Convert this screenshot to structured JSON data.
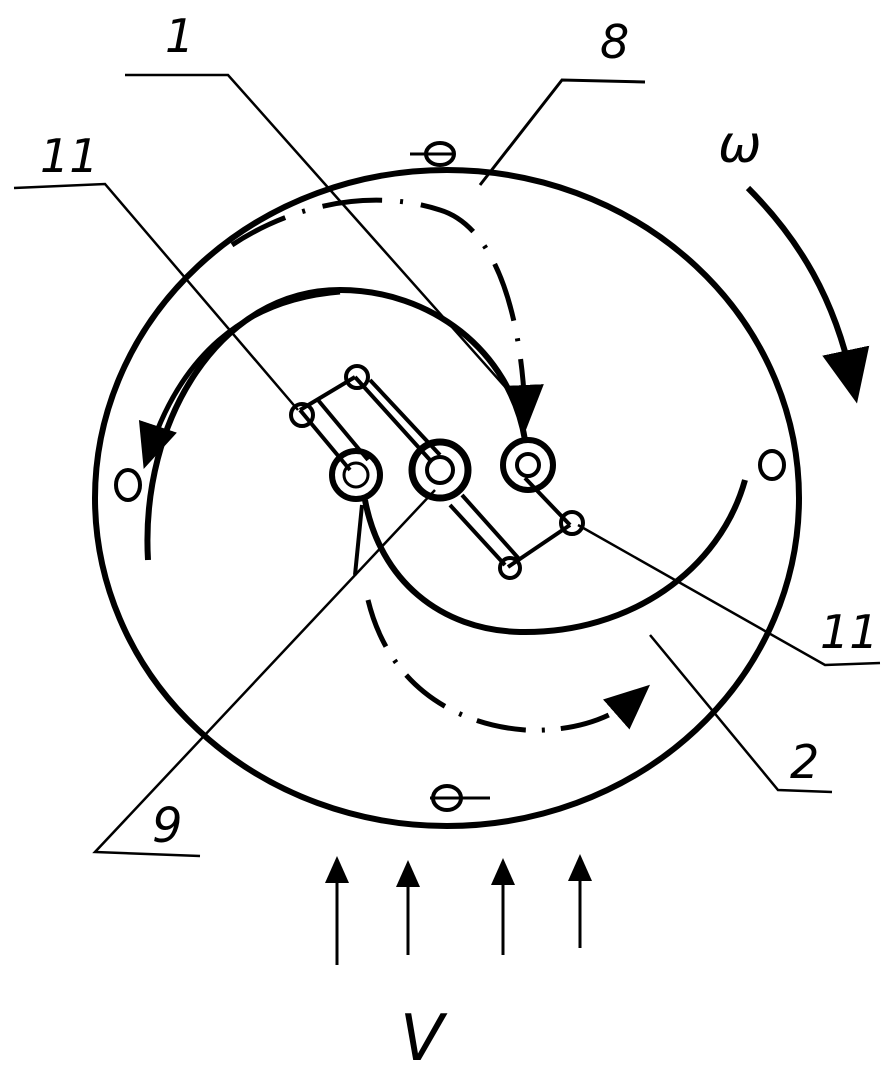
{
  "diagram": {
    "type": "technical-drawing",
    "description": "Rotating disk with spiral channel and pivoting linkage, oncoming flow V, rotation ω",
    "labels": {
      "part_1": "1",
      "part_8": "8",
      "part_11_left": "11",
      "part_11_right": "11",
      "part_2": "2",
      "part_9": "9",
      "omega": "ω",
      "velocity": "V"
    },
    "colors": {
      "ink": "#000000",
      "background": "#ffffff"
    }
  }
}
